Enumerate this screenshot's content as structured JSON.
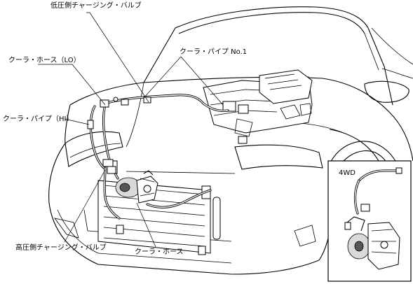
{
  "labels": {
    "low_pressure_valve": "低圧側チャージング・バルブ",
    "cooler_hose_lo": "クーラ・ホース（LO）",
    "cooler_pipe_no1": "クーラ・パイプ No.1",
    "cooler_pipe_hi": "クーラ・パイプ（HI）",
    "high_pressure_valve": "高圧側チャージング・バルブ",
    "cooler_hose": "クーラ・ホース"
  },
  "inset": {
    "label": "4WD"
  }
}
